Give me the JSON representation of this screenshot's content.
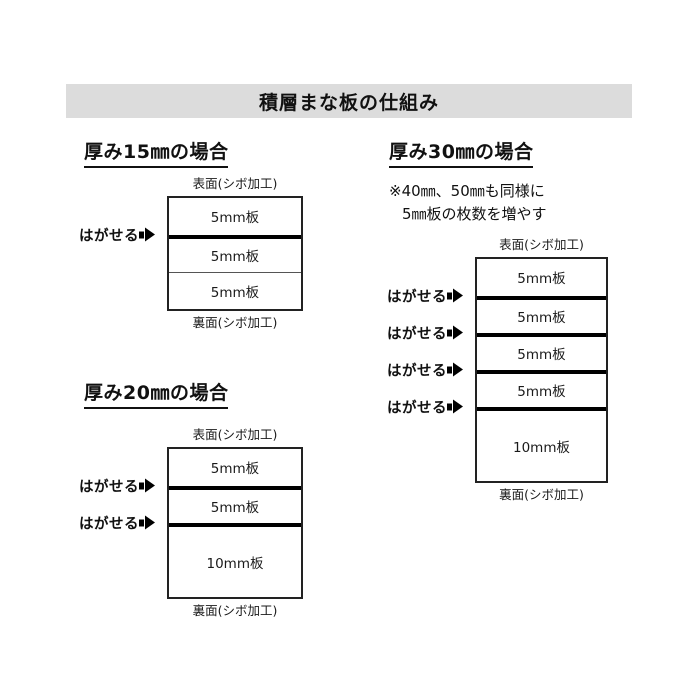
{
  "header": {
    "title": "積層まな板の仕組み"
  },
  "sections": [
    {
      "id": "15",
      "heading": "厚み15㎜の場合",
      "top_label": "表面(シボ加工)",
      "bottom_label": "裏面(シボ加工)",
      "layers": [
        {
          "label": "5mm板",
          "thickness": "5",
          "peelable_above": false
        },
        {
          "label": "5mm板",
          "thickness": "5",
          "peelable_above": true
        },
        {
          "label": "5mm板",
          "thickness": "5",
          "peelable_above": false
        }
      ],
      "peel_label": "はがせる"
    },
    {
      "id": "20",
      "heading": "厚み20㎜の場合",
      "top_label": "表面(シボ加工)",
      "bottom_label": "裏面(シボ加工)",
      "layers": [
        {
          "label": "5mm板",
          "thickness": "5",
          "peelable_above": false
        },
        {
          "label": "5mm板",
          "thickness": "5",
          "peelable_above": true
        },
        {
          "label": "10mm板",
          "thickness": "10",
          "peelable_above": true
        }
      ],
      "peel_label": "はがせる"
    },
    {
      "id": "30",
      "heading": "厚み30㎜の場合",
      "note_line1": "※40㎜、50㎜も同様に",
      "note_line2": "5㎜板の枚数を増やす",
      "top_label": "表面(シボ加工)",
      "bottom_label": "裏面(シボ加工)",
      "layers": [
        {
          "label": "5mm板",
          "thickness": "5",
          "peelable_above": false
        },
        {
          "label": "5mm板",
          "thickness": "5",
          "peelable_above": true
        },
        {
          "label": "5mm板",
          "thickness": "5",
          "peelable_above": true
        },
        {
          "label": "5mm板",
          "thickness": "5",
          "peelable_above": true
        },
        {
          "label": "10mm板",
          "thickness": "10",
          "peelable_above": true
        }
      ],
      "peel_label": "はがせる"
    }
  ],
  "colors": {
    "banner_background": "#dcdcdc",
    "box_border": "#222222",
    "thin_divider": "#555555",
    "thick_divider": "#000000",
    "text": "#1a1a1a",
    "page_background": "#ffffff"
  }
}
